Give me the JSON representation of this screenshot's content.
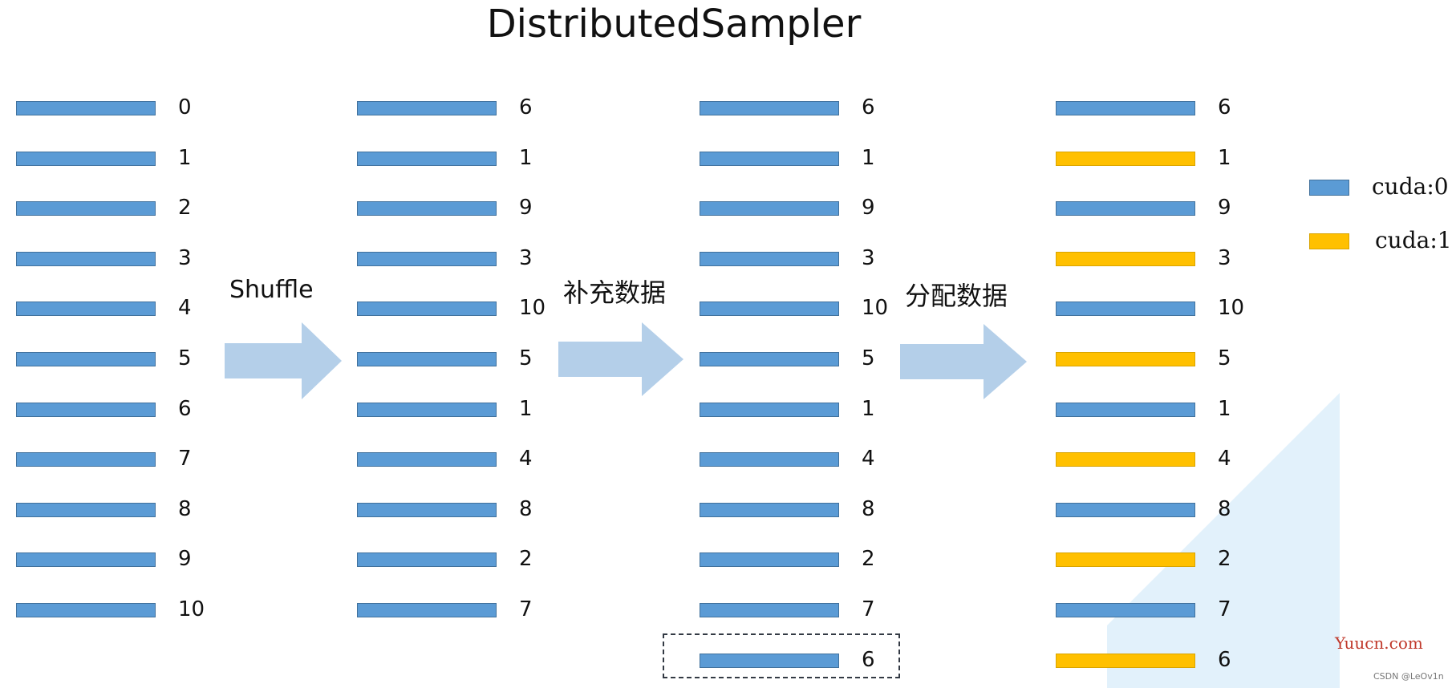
{
  "title": "DistributedSampler",
  "steps": [
    {
      "label": "Shuffle"
    },
    {
      "label": "补充数据"
    },
    {
      "label": "分配数据"
    }
  ],
  "columns": [
    {
      "items": [
        {
          "value": "0",
          "device": "cuda:0"
        },
        {
          "value": "1",
          "device": "cuda:0"
        },
        {
          "value": "2",
          "device": "cuda:0"
        },
        {
          "value": "3",
          "device": "cuda:0"
        },
        {
          "value": "4",
          "device": "cuda:0"
        },
        {
          "value": "5",
          "device": "cuda:0"
        },
        {
          "value": "6",
          "device": "cuda:0"
        },
        {
          "value": "7",
          "device": "cuda:0"
        },
        {
          "value": "8",
          "device": "cuda:0"
        },
        {
          "value": "9",
          "device": "cuda:0"
        },
        {
          "value": "10",
          "device": "cuda:0"
        }
      ]
    },
    {
      "items": [
        {
          "value": "6",
          "device": "cuda:0"
        },
        {
          "value": "1",
          "device": "cuda:0"
        },
        {
          "value": "9",
          "device": "cuda:0"
        },
        {
          "value": "3",
          "device": "cuda:0"
        },
        {
          "value": "10",
          "device": "cuda:0"
        },
        {
          "value": "5",
          "device": "cuda:0"
        },
        {
          "value": "1",
          "device": "cuda:0"
        },
        {
          "value": "4",
          "device": "cuda:0"
        },
        {
          "value": "8",
          "device": "cuda:0"
        },
        {
          "value": "2",
          "device": "cuda:0"
        },
        {
          "value": "7",
          "device": "cuda:0"
        }
      ]
    },
    {
      "items": [
        {
          "value": "6",
          "device": "cuda:0"
        },
        {
          "value": "1",
          "device": "cuda:0"
        },
        {
          "value": "9",
          "device": "cuda:0"
        },
        {
          "value": "3",
          "device": "cuda:0"
        },
        {
          "value": "10",
          "device": "cuda:0"
        },
        {
          "value": "5",
          "device": "cuda:0"
        },
        {
          "value": "1",
          "device": "cuda:0"
        },
        {
          "value": "4",
          "device": "cuda:0"
        },
        {
          "value": "8",
          "device": "cuda:0"
        },
        {
          "value": "2",
          "device": "cuda:0"
        },
        {
          "value": "7",
          "device": "cuda:0"
        },
        {
          "value": "6",
          "device": "cuda:0",
          "padded": true
        }
      ]
    },
    {
      "items": [
        {
          "value": "6",
          "device": "cuda:0"
        },
        {
          "value": "1",
          "device": "cuda:1"
        },
        {
          "value": "9",
          "device": "cuda:0"
        },
        {
          "value": "3",
          "device": "cuda:1"
        },
        {
          "value": "10",
          "device": "cuda:0"
        },
        {
          "value": "5",
          "device": "cuda:1"
        },
        {
          "value": "1",
          "device": "cuda:0"
        },
        {
          "value": "4",
          "device": "cuda:1"
        },
        {
          "value": "8",
          "device": "cuda:0"
        },
        {
          "value": "2",
          "device": "cuda:1"
        },
        {
          "value": "7",
          "device": "cuda:0"
        },
        {
          "value": "6",
          "device": "cuda:1"
        }
      ]
    }
  ],
  "legend": [
    {
      "label": "cuda:0",
      "color": "#5b9bd5"
    },
    {
      "label": "cuda:1",
      "color": "#ffc000"
    }
  ],
  "colors": {
    "cuda:0": "#5b9bd5",
    "cuda:1": "#ffc000",
    "arrow": "#b4cfe9"
  },
  "watermark": "Yuucn.com",
  "credit": "CSDN @LeOv1n"
}
